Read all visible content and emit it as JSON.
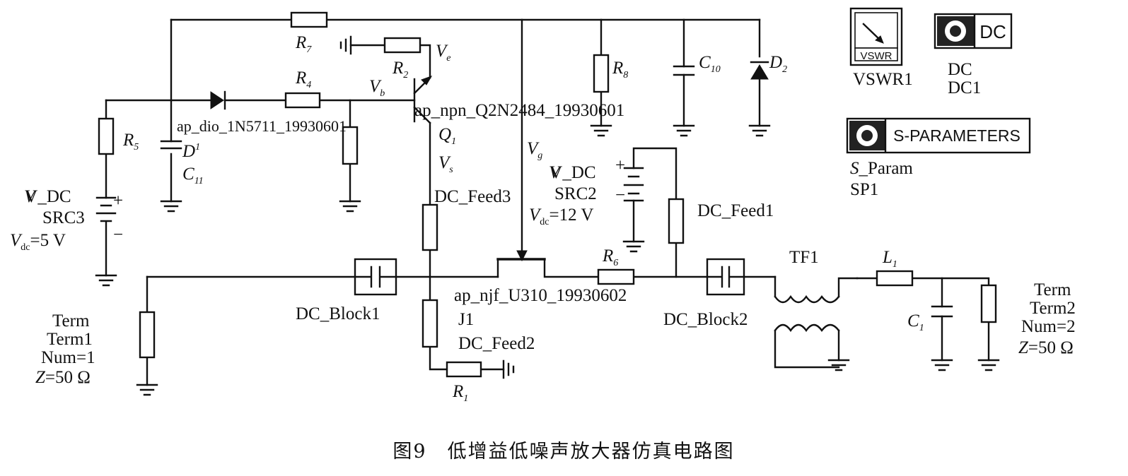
{
  "components": {
    "r7": "R",
    "r7_sub": "7",
    "r2": "R",
    "r2_sub": "2",
    "ve": "V",
    "ve_sub": "e",
    "r4": "R",
    "r4_sub": "4",
    "vb": "V",
    "vb_sub": "b",
    "r8": "R",
    "r8_sub": "8",
    "c10": "C",
    "c10_sub": "10",
    "d2": "D",
    "d2_sub": "2",
    "r5": "R",
    "r5_sub": "5",
    "d1": "D",
    "d1_sub": "1",
    "c11": "C",
    "c11_sub": "11",
    "q1": "Q",
    "q1_sub": "1",
    "vs": "V",
    "vs_sub": "s",
    "vg": "V",
    "vg_sub": "g",
    "r6": "R",
    "r6_sub": "6",
    "r1": "R",
    "r1_sub": "1",
    "l1": "L",
    "l1_sub": "1",
    "c1": "C",
    "c1_sub": "1",
    "diode1_model": "ap_dio_1N5711_19930601",
    "npn_model": "ap_npn_Q2N2484_19930601",
    "jfet_model": "ap_njf_U310_19930602",
    "jfet_name": "J1",
    "dc_feed1": "DC_Feed1",
    "dc_feed2": "DC_Feed2",
    "dc_feed3": "DC_Feed3",
    "dc_block1": "DC_Block1",
    "dc_block2": "DC_Block2",
    "tf1": "TF1"
  },
  "sources": {
    "src3_type": "V_DC",
    "src3_name": "SRC3",
    "src3_value_prefix": "V",
    "src3_value_sub": "dc",
    "src3_value": "=5 V",
    "src2_type": "V_DC",
    "src2_name": "SRC2",
    "src2_value_prefix": "V",
    "src2_value_sub": "dc",
    "src2_value": "=12 V",
    "plus": "+",
    "minus": "−"
  },
  "terms": {
    "term1_type": "Term",
    "term1_name": "Term1",
    "term1_num": "Num=1",
    "term1_z_prefix": "Z",
    "term1_z": "=50 Ω",
    "term2_type": "Term",
    "term2_name": "Term2",
    "term2_num": "Num=2",
    "term2_z_prefix": "Z",
    "term2_z": "=50 Ω"
  },
  "sim_blocks": {
    "vswr_icon_text": "VSWR",
    "vswr_type": "VSWR",
    "vswr_name": "VSWR1",
    "dc_icon_text": "DC",
    "dc_type": "DC",
    "dc_name": "DC1",
    "sparam_icon_text": "S-PARAMETERS",
    "sparam_type_prefix": "S",
    "sparam_type": "_Param",
    "sparam_name": "SP1"
  },
  "caption": "图9　低增益低噪声放大器仿真电路图"
}
